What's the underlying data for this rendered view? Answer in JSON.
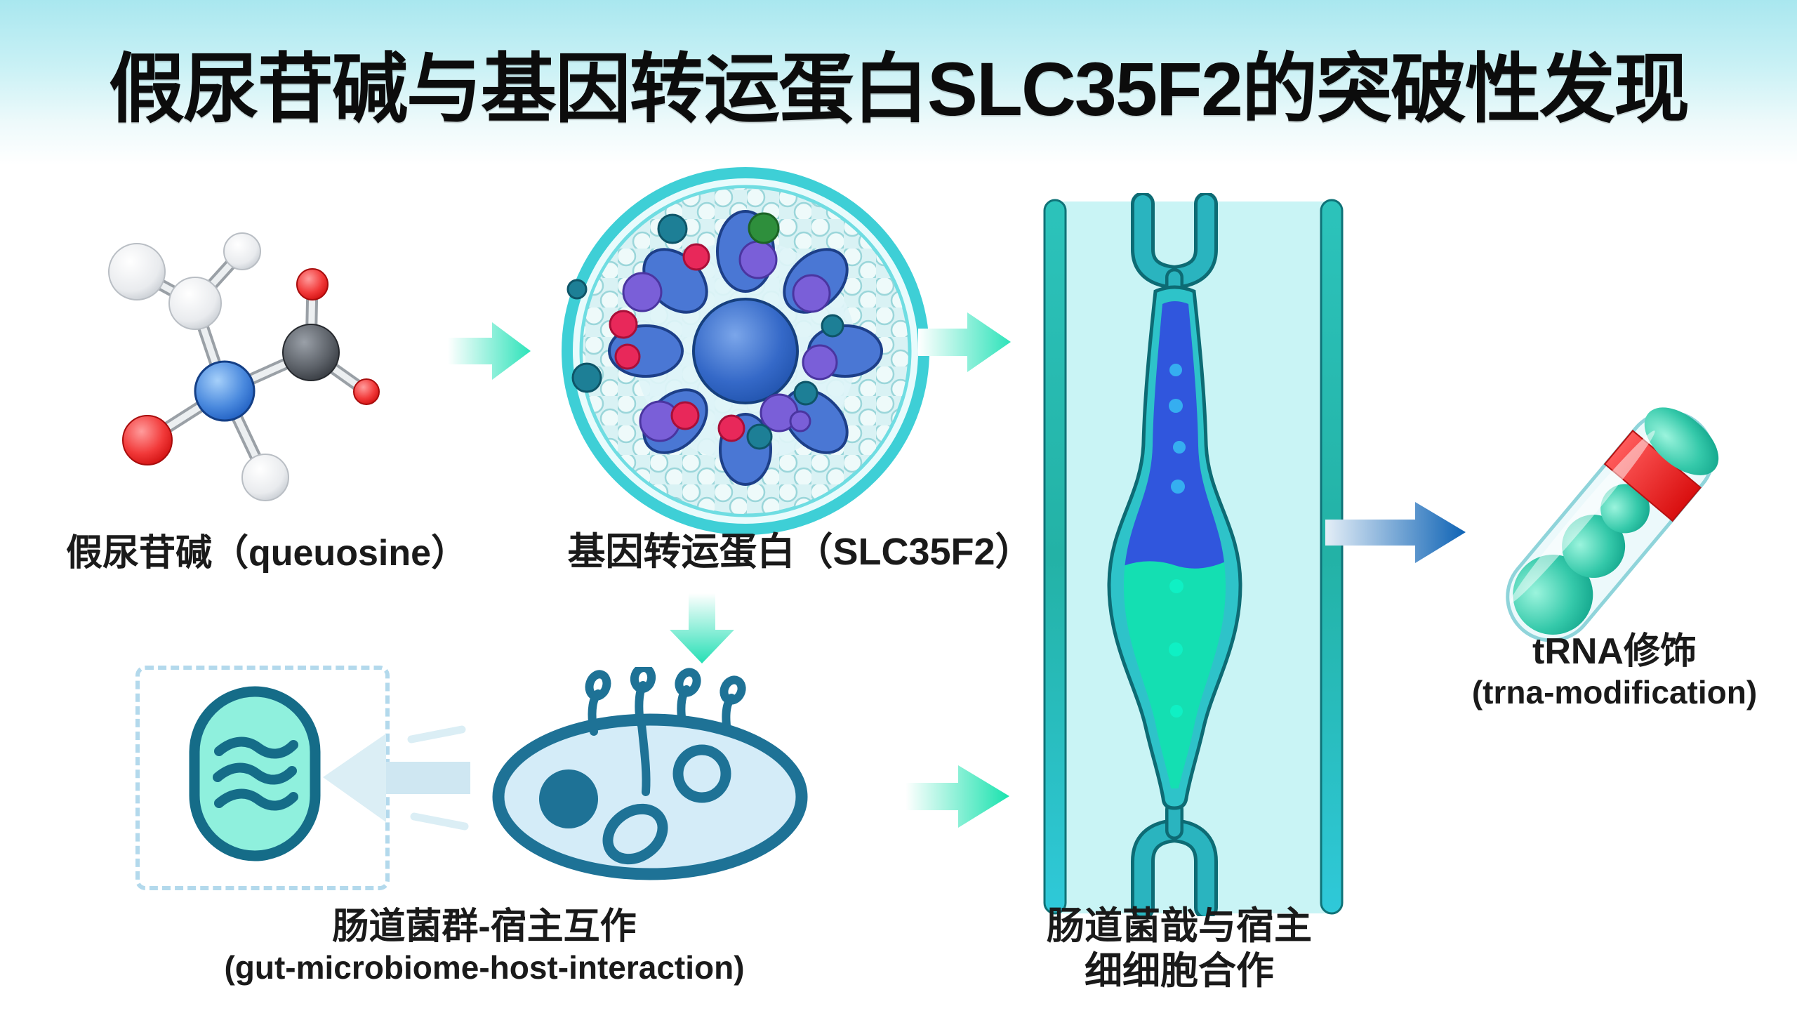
{
  "title": "假尿苷碱与基因转运蛋白SLC35F2的突破性发现",
  "nodes": {
    "queuosine": {
      "label": "假尿苷碱（queuosine）"
    },
    "transporter": {
      "label": "基因转运蛋白（SLC35F2）"
    },
    "gut_microbiome": {
      "label_zh": "肠道菌群-宿主互作",
      "label_en": "(gut-microbiome-host-interaction)"
    },
    "gut_host_cell": {
      "line1": "肠道菌戠与宿主",
      "line2": "细细胞合作"
    },
    "trna": {
      "label_zh": "tRNA修饰",
      "label_en": "(trna-modification)"
    }
  },
  "icons": {
    "molecule": "ball-and-stick-molecule",
    "vesicle": "transporter-vesicle",
    "channel": "gut-epithelium-channel",
    "capsule": "microbiome-capsule",
    "bacterium": "gut-bacterium",
    "trna_capsule": "trna-capsule-pill"
  },
  "colors": {
    "header_cyan": "#a9e7ef",
    "mint_arrow": "#2ee3ba",
    "blue_arrow": "#0e63b5",
    "vesicle_ring": "#3ecfd6",
    "vesicle_core_blue": "#2a67c8",
    "petal_blue": "#4a77d4",
    "channel_teal": "#2ab4bf",
    "droplet_blue": "#3056dd",
    "droplet_green": "#14dfb2",
    "bacterium_outline": "#1e7296",
    "capsule_fill": "#8ff0dd",
    "red_band": "#ee2b2b",
    "atom_red": "#dd1414",
    "atom_blue": "#2268cc",
    "atom_dark": "#3c4046"
  }
}
